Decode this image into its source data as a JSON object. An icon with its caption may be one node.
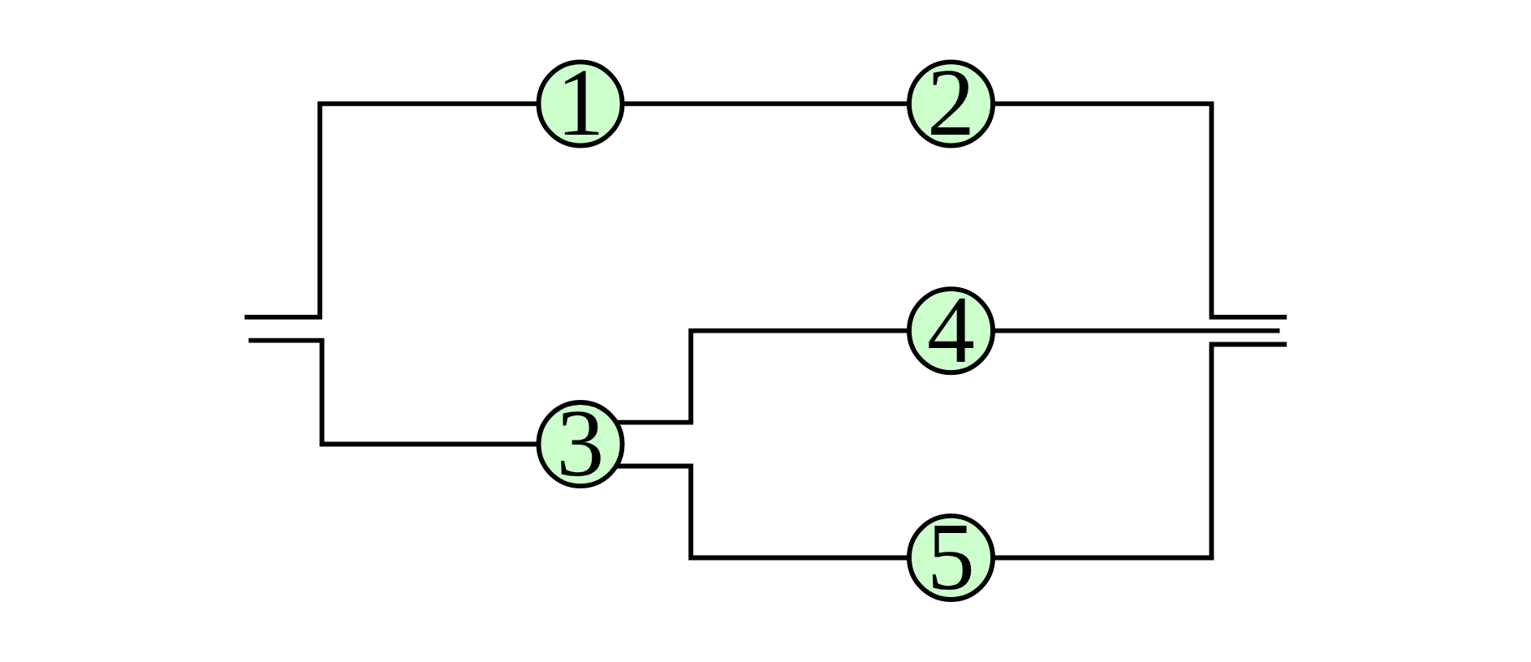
{
  "diagram": {
    "nodes": [
      {
        "text": [
          "1"
        ]
      },
      {
        "text": [
          "2"
        ]
      },
      {
        "text": [
          "3"
        ]
      },
      {
        "text": [
          "4"
        ]
      },
      {
        "text": [
          "5"
        ]
      }
    ],
    "edges": [
      {
        "from": null,
        "to": 0,
        "arrow": "none"
      },
      {
        "from": null,
        "to": 2,
        "arrow": "none"
      },
      {
        "from": 0,
        "to": 1,
        "arrow": "none"
      },
      {
        "from": 2,
        "to": 3,
        "arrow": "none"
      },
      {
        "from": 2,
        "to": 4,
        "arrow": "none"
      },
      {
        "from": 1,
        "to": null,
        "arrow": "none"
      },
      {
        "from": 3,
        "to": null,
        "arrow": "none"
      },
      {
        "from": 4,
        "to": null,
        "arrow": "none"
      }
    ]
  }
}
